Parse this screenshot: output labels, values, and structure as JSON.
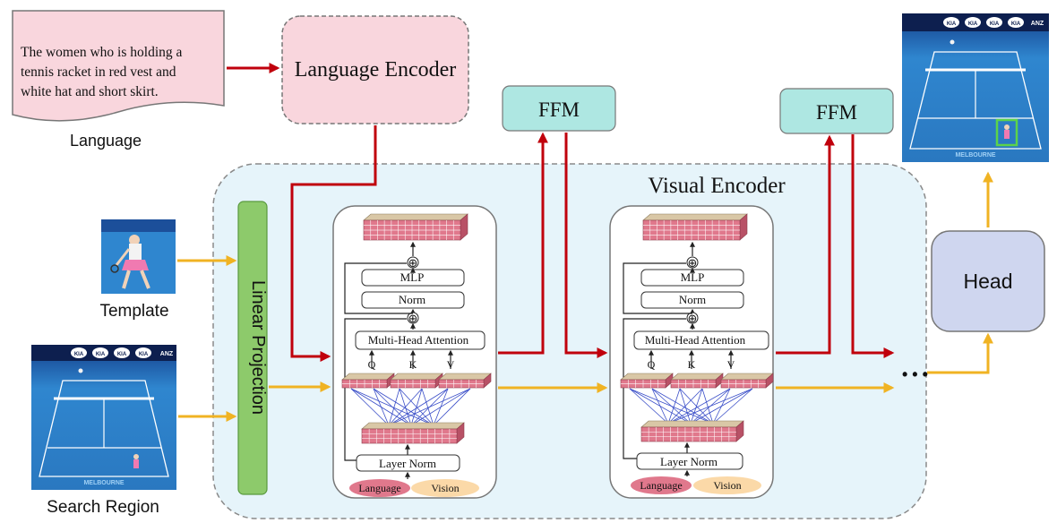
{
  "language_text": {
    "line1": "The women who is holding a",
    "line2": "tennis racket in red vest and",
    "line3": "white hat and short skirt."
  },
  "labels": {
    "language": "Language",
    "template": "Template",
    "search_region": "Search Region",
    "language_encoder": "Language Encoder",
    "ffm": "FFM",
    "visual_encoder": "Visual Encoder",
    "linear_projection": "Linear Projection",
    "head": "Head",
    "ellipsis": "• • •"
  },
  "block": {
    "mlp": "MLP",
    "norm": "Norm",
    "mha": "Multi-Head Attention",
    "layer_norm": "Layer Norm",
    "q": "Q",
    "k": "K",
    "v": "V",
    "plus": "⊕",
    "lang_token": "Language",
    "vision_token": "Vision"
  },
  "image_text": {
    "banner_brand": "KIA",
    "banner_right": "ANZ",
    "court_name": "MELBOURNE"
  },
  "colors": {
    "red_arrow": "#c0000c",
    "yellow_arrow": "#f0b323",
    "language_box": "#f9d6dd",
    "ffm_box": "#aee7e2",
    "visual_bg": "#e6f4fa",
    "linear_proj": "#8dca6b",
    "head_box": "#cfd6ef",
    "token_pink": "#e0788c",
    "token_peach": "#fbd9a8",
    "court_blue": "#2f86cf"
  }
}
